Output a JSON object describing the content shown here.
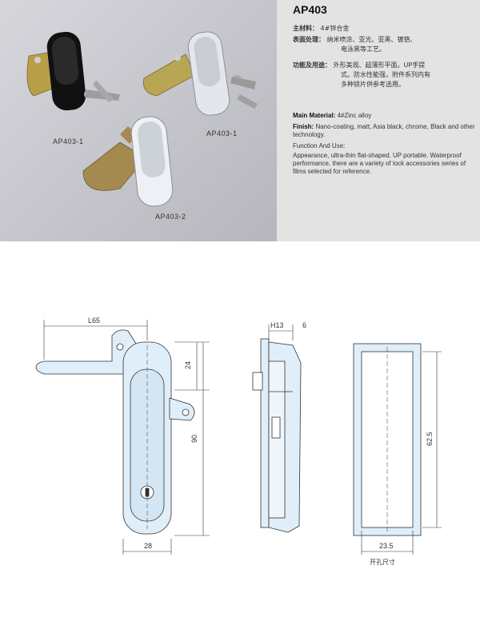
{
  "product": {
    "model": "AP403",
    "photo_captions": [
      "AP403-1",
      "AP403-1",
      "AP403-2"
    ]
  },
  "spec_cn": {
    "material_label": "主材料：",
    "material_value": "4#锌合金",
    "finish_label": "表面处理：",
    "finish_line1": "纳米喷涂、亚光、亚黑、镀铬、",
    "finish_line2": "电泳黑等工艺。",
    "function_label": "功能及用途：",
    "function_line1": "外形美观、超薄形平面。UP手提",
    "function_line2": "式。防水性能强，附件系列内有",
    "function_line3": "多种锁片供参考选用。"
  },
  "spec_en": {
    "material_label": "Main Material:",
    "material_value": "4#Zinc alloy",
    "finish_label": "Finish:",
    "finish_value": "Nano-coating, matt, Asia black, chrome, Black and other technology.",
    "function_label": "Function And Use:",
    "function_value": "Appearance, ultra-thin flat-shaped. UP portable. Waterproof performance, there are a variety of lock accessories series of films selected for reference."
  },
  "drawing": {
    "dims": {
      "l65": "L65",
      "d24": "24",
      "d90": "90",
      "d28": "28",
      "h13": "H13",
      "d6": "6",
      "d62_5": "62.5",
      "d23_5": "23.5"
    },
    "cutout_label": "开孔尺寸"
  },
  "colors": {
    "photo_bg": "#c9cacf",
    "spec_bg": "#e3e3e3",
    "part_fill": "#dfeef8",
    "line": "#333333"
  }
}
